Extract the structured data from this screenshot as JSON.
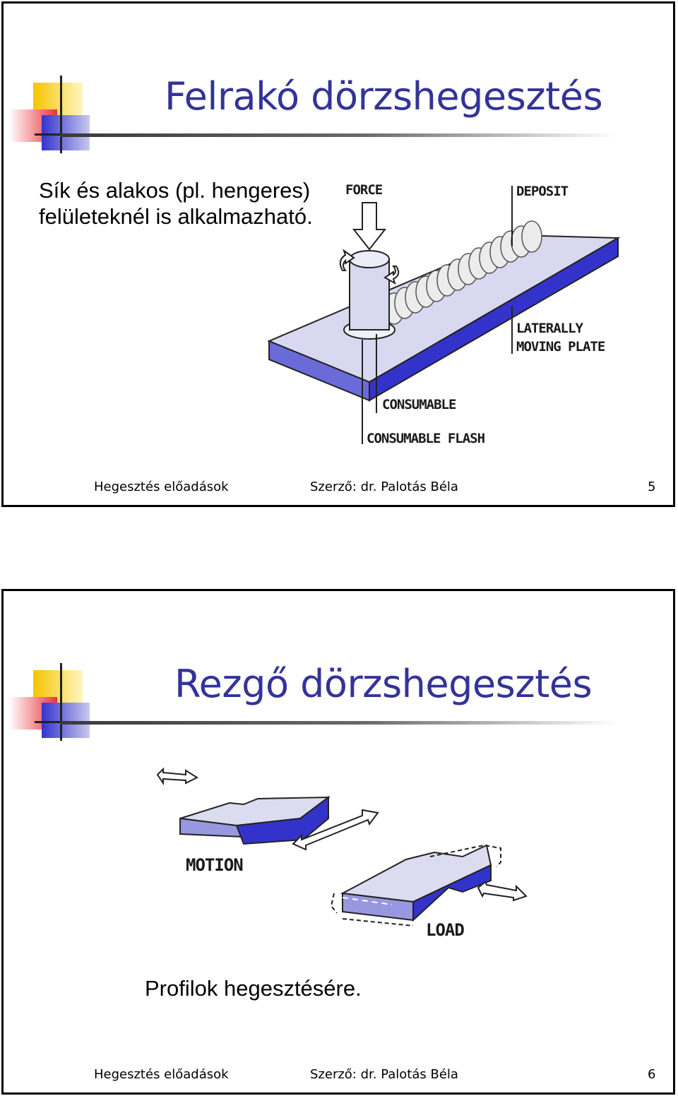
{
  "slides": [
    {
      "title": "Felrakó dörzshegesztés",
      "body_lines": [
        "Sík és alakos (pl. hengeres)",
        "felületeknél is alkalmazható."
      ],
      "figure_labels": {
        "force": "FORCE",
        "deposit": "DEPOSIT",
        "laterally": "LATERALLY",
        "moving_plate": "MOVING PLATE",
        "consumable": "CONSUMABLE",
        "consumable_flash": "CONSUMABLE FLASH"
      },
      "footer": {
        "left": "Hegesztés előadások",
        "center": "Szerző: dr. Palotás Béla",
        "page": "5"
      }
    },
    {
      "title": "Rezgő dörzshegesztés",
      "figure_labels": {
        "motion": "MOTION",
        "load": "LOAD"
      },
      "caption": "Profilok hegesztésére.",
      "footer": {
        "left": "Hegesztés előadások",
        "center": "Szerző: dr. Palotás Béla",
        "page": "6"
      }
    }
  ],
  "colors": {
    "title": "#333399",
    "plate_top": "#d8d8f0",
    "plate_side": "#3333cc",
    "logo_yellow": "#f5c400",
    "logo_red": "#e8333a",
    "logo_blue": "#3333cc"
  }
}
